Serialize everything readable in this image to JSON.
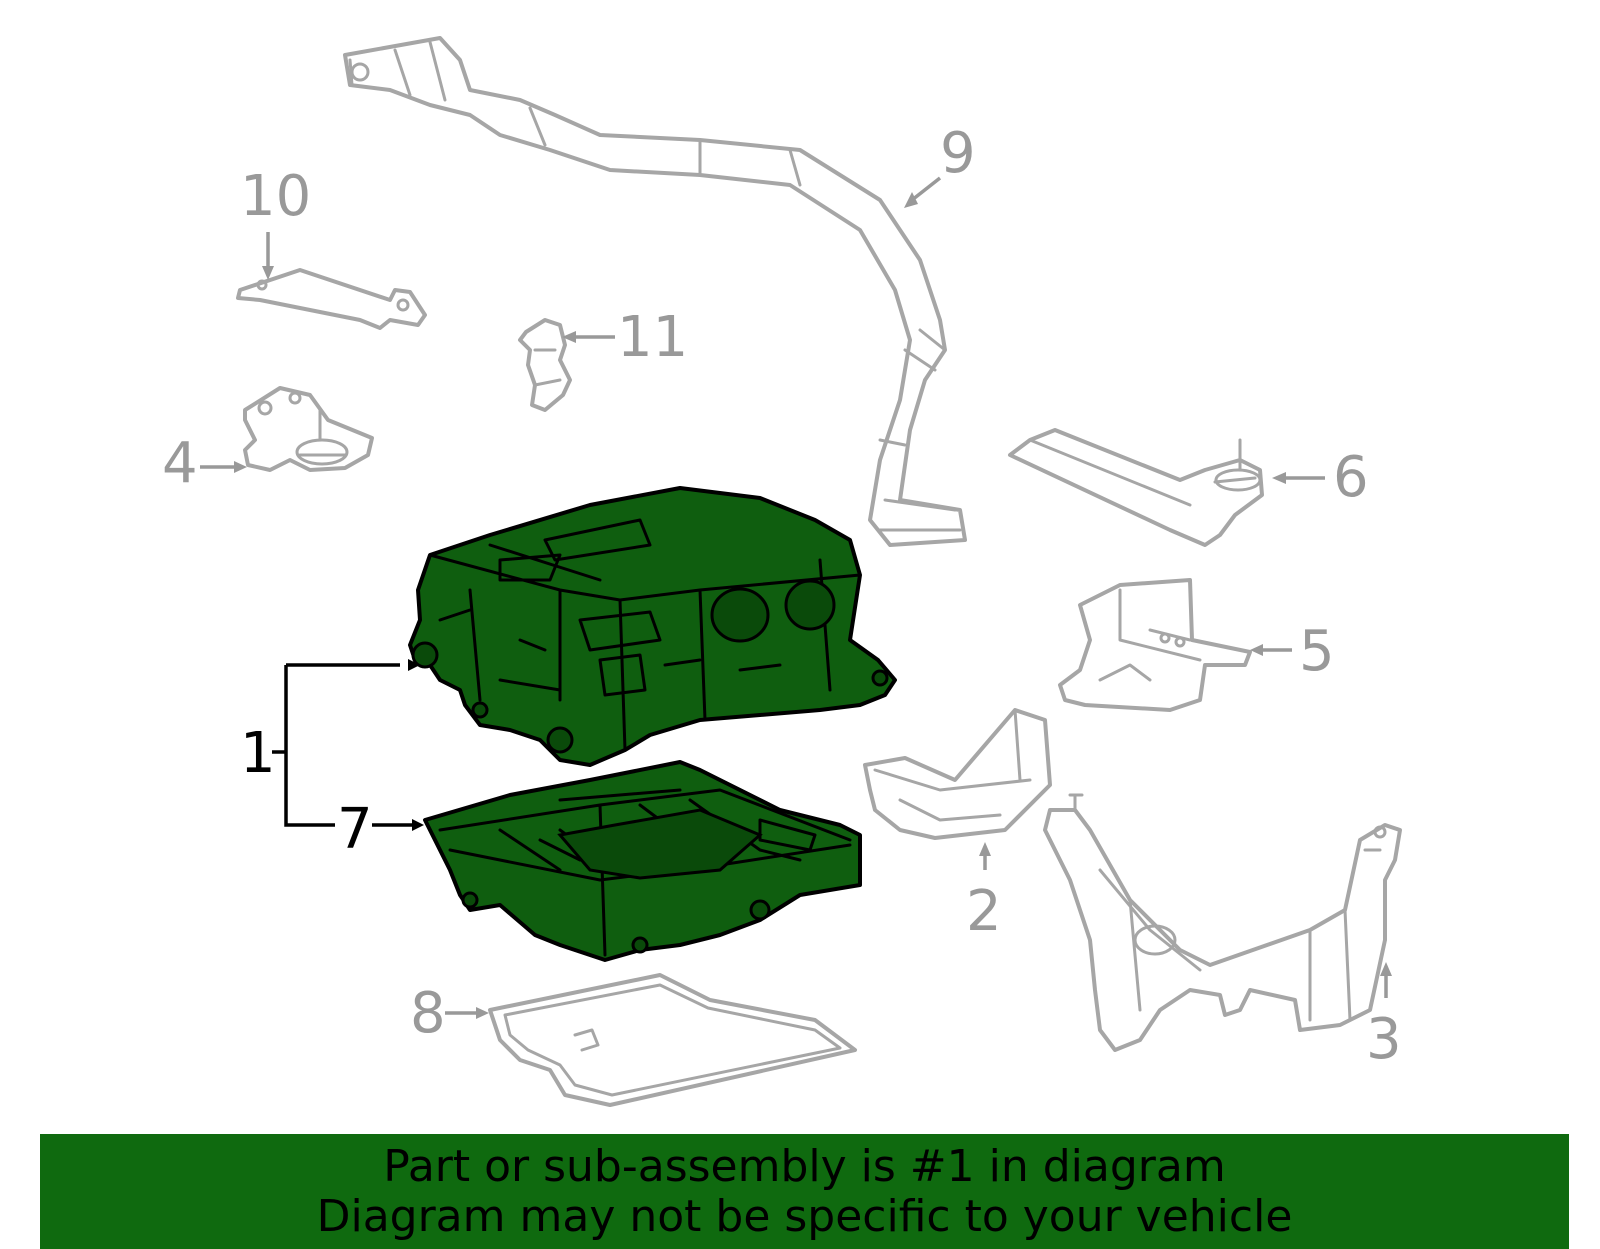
{
  "callouts": [
    {
      "id": "1",
      "label": "1",
      "active": true
    },
    {
      "id": "2",
      "label": "2",
      "active": false
    },
    {
      "id": "3",
      "label": "3",
      "active": false
    },
    {
      "id": "4",
      "label": "4",
      "active": false
    },
    {
      "id": "5",
      "label": "5",
      "active": false
    },
    {
      "id": "6",
      "label": "6",
      "active": false
    },
    {
      "id": "7",
      "label": "7",
      "active": true
    },
    {
      "id": "8",
      "label": "8",
      "active": false
    },
    {
      "id": "9",
      "label": "9",
      "active": false
    },
    {
      "id": "10",
      "label": "10",
      "active": false
    },
    {
      "id": "11",
      "label": "11",
      "active": false
    }
  ],
  "banner": {
    "line1": "Part or sub-assembly is #1 in diagram",
    "line2": "Diagram may not be specific to your vehicle"
  },
  "colors": {
    "highlight": "#0f5e0f",
    "banner": "#0f6a0f",
    "inactive": "#999999",
    "active": "#000000"
  }
}
